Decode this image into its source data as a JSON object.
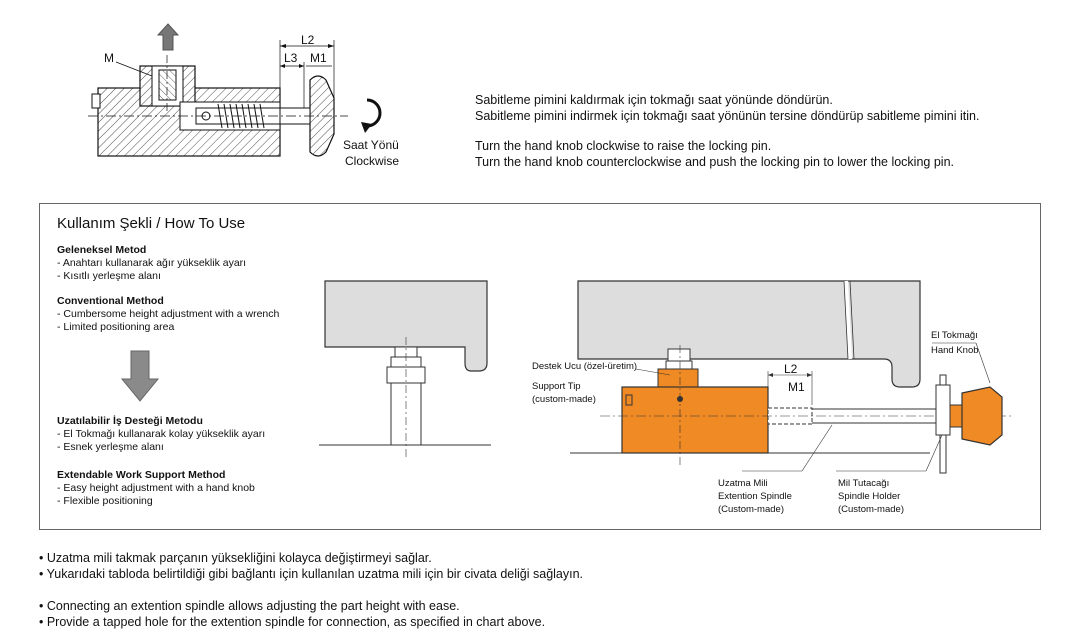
{
  "top_diagram": {
    "label_m": "M",
    "label_l2": "L2",
    "label_l3": "L3",
    "label_m1": "M1",
    "rotation_label_tr": "Saat Yönü",
    "rotation_label_en": "Clockwise"
  },
  "top_text": {
    "tr_line1": "Sabitleme pimini kaldırmak için tokmağı saat yönünde döndürün.",
    "tr_line2": "Sabitleme pimini indirmek için tokmağı saat yönünün tersine döndürüp sabitleme pimini itin.",
    "en_line1": "Turn the hand knob clockwise to raise the locking pin.",
    "en_line2": "Turn the hand knob counterclockwise and push the locking pin to lower the locking pin."
  },
  "how_to_use": {
    "title": "Kullanım Şekli / How To Use",
    "traditional": {
      "heading": "Geleneksel Metod",
      "items": [
        "- Anahtarı kullanarak ağır yükseklik ayarı",
        "- Kısıtlı yerleşme alanı"
      ]
    },
    "conventional": {
      "heading": "Conventional Method",
      "items": [
        "- Cumbersome height adjustment with a wrench",
        "- Limited positioning area"
      ]
    },
    "extendable_tr": {
      "heading": "Uzatılabilir İş Desteği Metodu",
      "items": [
        "- El Tokmağı kullanarak kolay yükseklik ayarı",
        "- Esnek yerleşme alanı"
      ]
    },
    "extendable_en": {
      "heading": "Extendable Work Support Method",
      "items": [
        "- Easy height adjustment with a hand knob",
        "- Flexible positioning"
      ]
    },
    "labels": {
      "support_tip_tr": "Destek Ucu (özel-üretim)",
      "support_tip_en": "Support Tip",
      "support_tip_custom": "(custom-made)",
      "hand_knob_tr": "El Tokmağı",
      "hand_knob_en": "Hand Knob",
      "l2": "L2",
      "m1": "M1",
      "ext_spindle_tr": "Uzatma Mili",
      "ext_spindle_en": "Extention Spindle",
      "ext_spindle_custom": "(Custom-made)",
      "holder_tr": "Mil Tutacağı",
      "holder_en": "Spindle Holder",
      "holder_custom": "(Custom-made)"
    },
    "accent_color": "#f08a24"
  },
  "bullets": [
    "• Uzatma mili takmak parçanın yüksekliğini kolayca değiştirmeyi sağlar.",
    "• Yukarıdaki tabloda belirtildiği gibi bağlantı için kullanılan uzatma mili için bir civata deliği sağlayın.",
    "• Connecting an extention spindle allows adjusting the part height with ease.",
    "• Provide a tapped hole for the extention spindle for connection, as specified in chart above."
  ]
}
